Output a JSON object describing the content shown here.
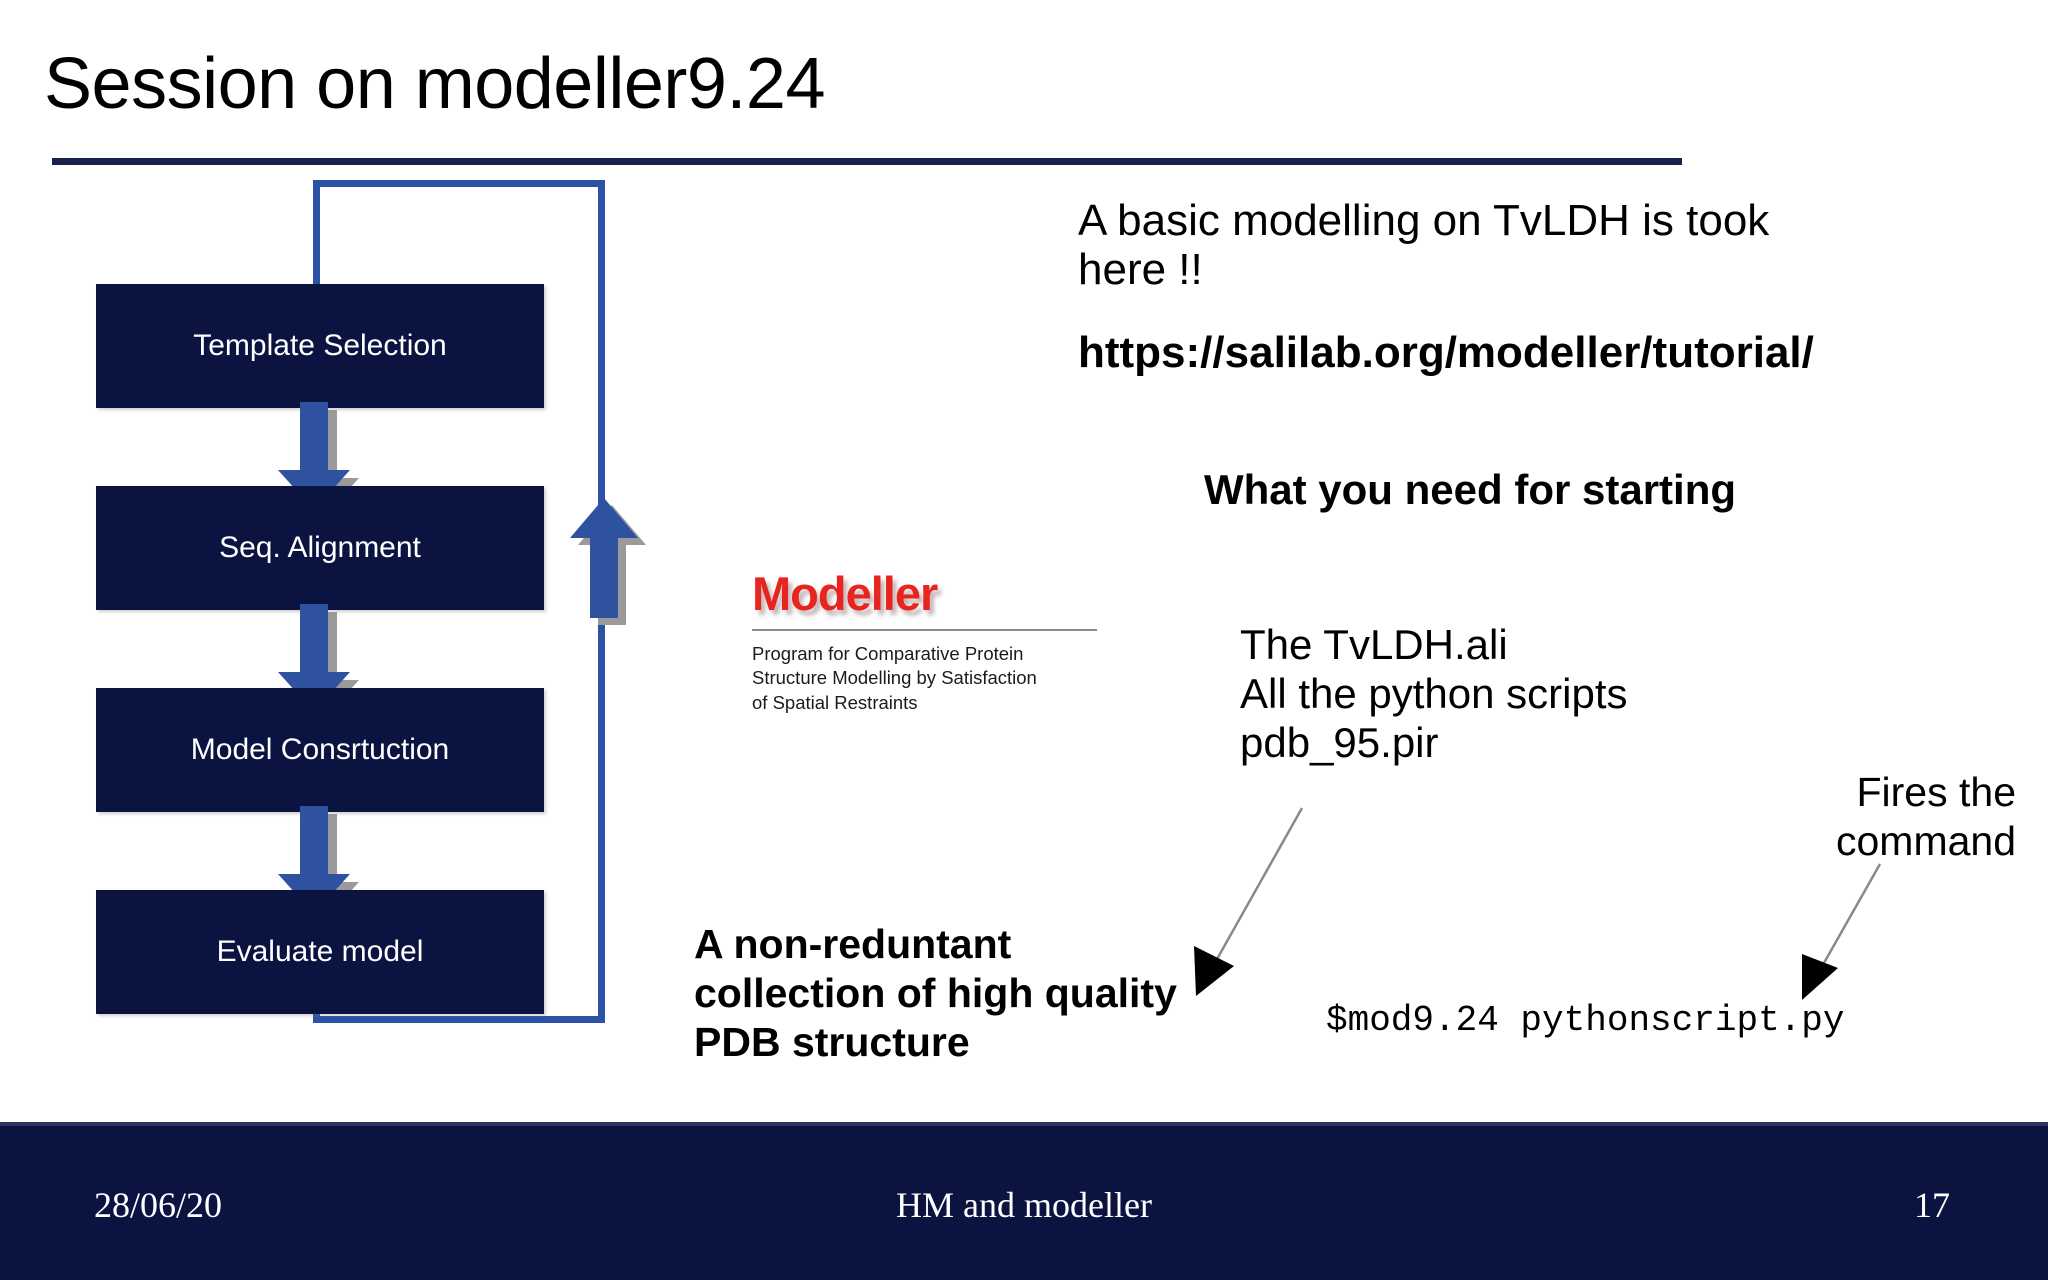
{
  "slide": {
    "title": "Session on modeller9.24",
    "accent_color": "#0b1340",
    "arrow_color": "#2e52a0",
    "logo_color": "#e8241f"
  },
  "flowchart": {
    "steps": [
      {
        "label": "Template Selection"
      },
      {
        "label": "Seq. Alignment"
      },
      {
        "label": "Model Consrtuction"
      },
      {
        "label": "Evaluate model"
      }
    ],
    "down_arrow_icon": "arrow-down-icon",
    "feedback_arrow_icon": "arrow-up-icon"
  },
  "logo": {
    "word": "Modeller",
    "tagline": "Program for Comparative Protein\nStructure Modelling by Satisfaction\nof Spatial Restraints"
  },
  "notes": {
    "intro": "A basic modelling on TvLDH is took here !!",
    "url": "https://salilab.org/modeller/tutorial/",
    "need_title": "What you need for starting",
    "needs": "The TvLDH.ali\nAll the python scripts\npdb_95.pir",
    "pdb_note": "A non-reduntant collection of high quality PDB structure",
    "fires": "Fires the command",
    "command": "$mod9.24 pythonscript.py"
  },
  "footer": {
    "date": "28/06/20",
    "center": "HM and modeller",
    "page": "17"
  }
}
